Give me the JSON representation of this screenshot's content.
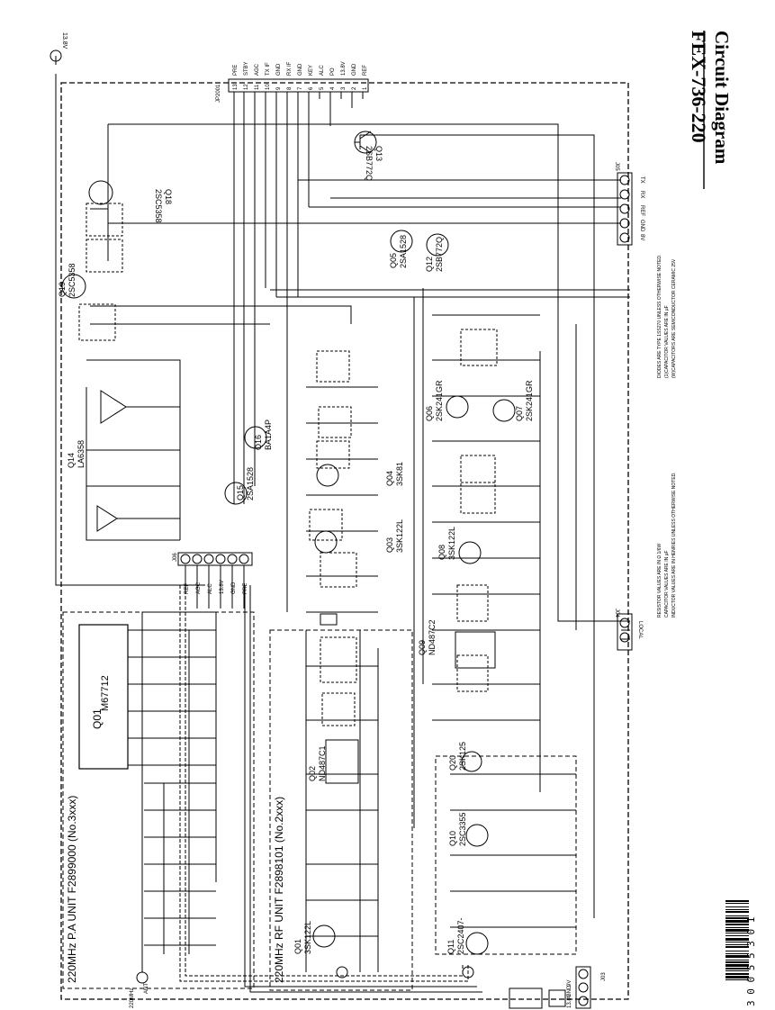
{
  "title": {
    "model": "FEX-736-220",
    "subtitle": "Circuit Diagram"
  },
  "supply_label": "13.8V",
  "units": {
    "pa_unit": "220MHz  P.A UNIT  F2899000 (No.3xxx)",
    "rf_unit": "220MHz  RF UNIT  F2898101 (No.2xxx)"
  },
  "main_connector": {
    "ref": "JP2001",
    "pins": [
      "PRE",
      "STBY",
      "AGC",
      "TX IF",
      "GND",
      "RX IF",
      "GND",
      "KEY",
      "ALC",
      "PO",
      "13.8V",
      "GND",
      "REF"
    ],
    "numbers": [
      "13",
      "12",
      "11",
      "10",
      "9",
      "8",
      "7",
      "6",
      "5",
      "4",
      "3",
      "2",
      "1"
    ]
  },
  "j05": {
    "ref": "J05",
    "pins": [
      "TX",
      "RX",
      "REF",
      "GND",
      "8V"
    ]
  },
  "j06": {
    "ref": "J06",
    "pins": [
      "REF",
      "AGC",
      "ALC",
      "13.8V",
      "GND",
      "PRE"
    ]
  },
  "j04": {
    "ref": "J04",
    "label": "LOCAL"
  },
  "j03": {
    "ref": "J03",
    "pins": [
      "13.8V",
      "GND",
      "9V"
    ]
  },
  "ant_label": "ANT",
  "ant_freq": "220MHz",
  "pa_module": {
    "ref": "Q01",
    "part": "M67712"
  },
  "transistors": [
    {
      "ref": "Q13",
      "part": "2SB772Q"
    },
    {
      "ref": "Q18",
      "part": "2SC5358"
    },
    {
      "ref": "Q19",
      "part": "2SC5358"
    },
    {
      "ref": "Q05",
      "part": "2SA1528"
    },
    {
      "ref": "Q12",
      "part": "2SB772Q"
    },
    {
      "ref": "Q16",
      "part": "BA1A4P"
    },
    {
      "ref": "Q15",
      "part": "2SA1528"
    },
    {
      "ref": "Q14",
      "part": "LA6358"
    },
    {
      "ref": "Q04",
      "part": "3SK81"
    },
    {
      "ref": "Q03",
      "part": "3SK122L"
    },
    {
      "ref": "Q06",
      "part": "2SK241GR"
    },
    {
      "ref": "Q07",
      "part": "2SK241GR"
    },
    {
      "ref": "Q08",
      "part": "3SK122L"
    },
    {
      "ref": "Q09",
      "part": "ND487C2"
    },
    {
      "ref": "Q02",
      "part": "ND487C1"
    },
    {
      "ref": "Q20",
      "part": "2SK125"
    },
    {
      "ref": "Q10",
      "part": "2SC3355"
    },
    {
      "ref": "Q11",
      "part": "2SC2407-"
    },
    {
      "ref": "Q01",
      "part": "3SK122L"
    }
  ],
  "notes": [
    "DIODES ARE TYPE 1SS270 UNLESS OTHERWISE NOTED.",
    "(1)CAPACITOR VALUES ARE IN μF",
    "(W)CAPACITORS ARE SEMICONDUCTOR CERAMIC 25V",
    "RESISTOR VALUES ARE IN Ω  1/6W",
    "CAPACITOR VALUES ARE IN μF",
    "INDUCTOR VALUES ARE IN HENRIES UNLESS OTHERWISE NOTED."
  ],
  "barcode_text": "3 0 0 5 5 3 0 1"
}
